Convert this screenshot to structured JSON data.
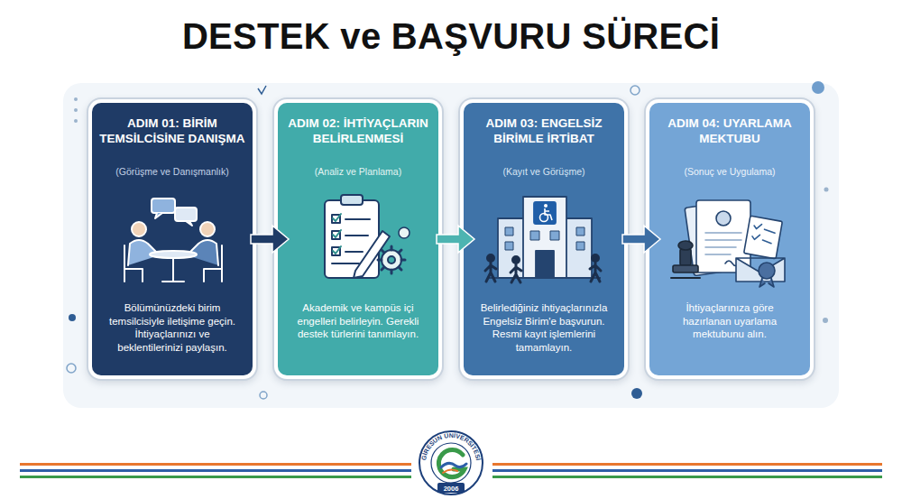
{
  "diagram": {
    "title": "DESTEK ve BAŞVURU SÜRECİ",
    "nodes": [
      {
        "text": [
          "ADIM 01: BİRİM TEMSİLCİSİNE DANIŞMA",
          "(Görüşme ve Danışmanlık)",
          "Bölümünüzdeki birim temsilcisiyle iletişime geçin. İhtiyaçlarınızı ve beklentilerinizi paylaşın."
        ]
      },
      {
        "text": [
          "ADIM 02: İHTİYAÇLARIN BELİRLENMESİ",
          "(Analiz ve Planlama)",
          "Akademik ve kampüs içi engelleri belirleyin. Gerekli destek türlerini tanımlayın."
        ]
      },
      {
        "text": [
          "ADIM 03: ENGELSİZ BİRİMLE İRTİBAT",
          "(Kayıt ve Görüşme)",
          "Belirlediğiniz ihtiyaçlarınızla Engelsiz Birim'e başvurun. Resmi kayıt işlemlerini tamamlayın."
        ]
      },
      {
        "text": [
          "ADIM 04: UYARLAMA MEKTUBU",
          "(Sonuç ve Uygulama)",
          "İhtiyaçlarınıza göre hazırlanan uyarlama mektubunu alın."
        ]
      }
    ],
    "edges": [
      {
        "from": 0,
        "to": 1,
        "arrow": "to"
      },
      {
        "from": 1,
        "to": 2,
        "arrow": "to"
      },
      {
        "from": 2,
        "to": 3,
        "arrow": "to"
      }
    ],
    "labels": [
      "GİRESUN ÜNİVERSİTESİ",
      "2006"
    ]
  }
}
